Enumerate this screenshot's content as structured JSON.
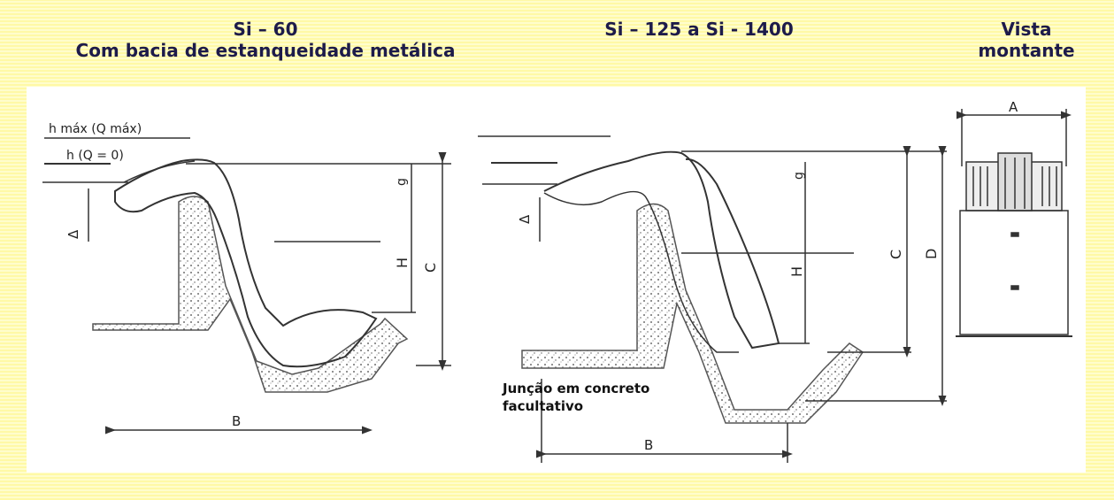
{
  "headings": {
    "left": {
      "line1": "Si – 60",
      "line2": "Com bacia de estanqueidade metálica"
    },
    "middle": {
      "line1": "Si – 125 a Si - 1400"
    },
    "right": {
      "line1": "Vista",
      "line2": "montante"
    }
  },
  "diagram_labels": {
    "hmax": "h máx (Q máx)",
    "h0": "h (Q = 0)",
    "g": "g",
    "delta": "Δ",
    "H": "H",
    "C": "C",
    "D": "D",
    "A": "A",
    "B": "B"
  },
  "note": {
    "line1": "Junção em concreto",
    "line2": "facultativo"
  },
  "colors": {
    "background": "#fffbb0",
    "heading": "#1d1b4a",
    "panel": "#ffffff",
    "ink": "#222222"
  }
}
